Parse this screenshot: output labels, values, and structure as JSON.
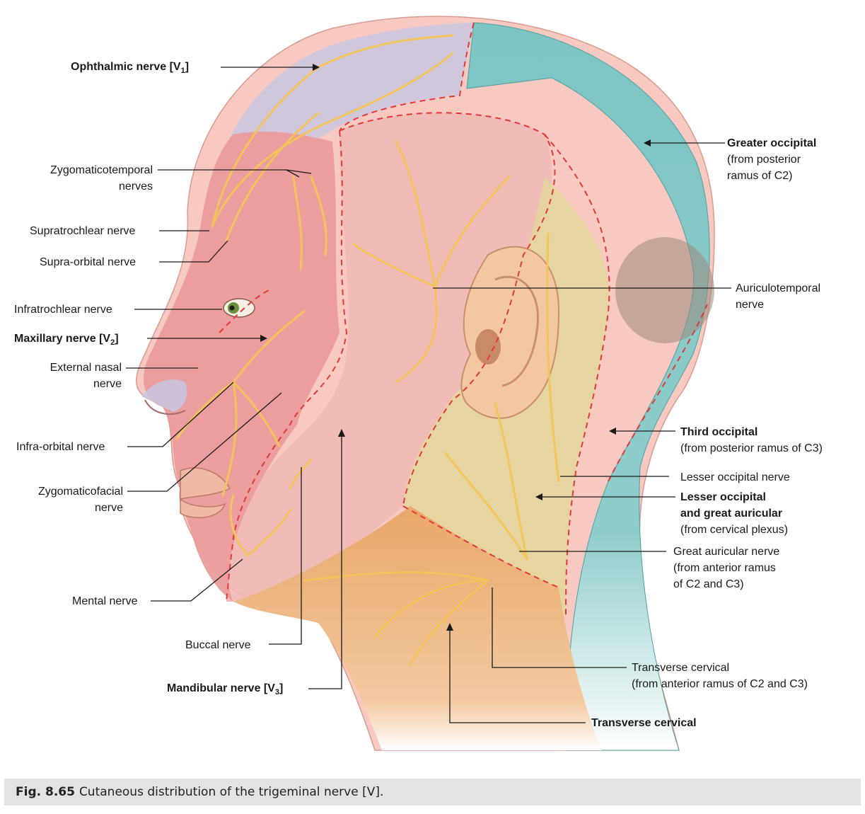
{
  "labels": {
    "ophthalmic": "Ophthalmic nerve [V",
    "ophthalmic_sub": "1",
    "ophthalmic_end": "]",
    "zygomaticotemporal_1": "Zygomaticotemporal",
    "zygomaticotemporal_2": "nerves",
    "supratrochlear": "Supratrochlear nerve",
    "supraorbital": "Supra-orbital nerve",
    "infratrochlear": "Infratrochlear nerve",
    "maxillary": "Maxillary nerve [V",
    "maxillary_sub": "2",
    "maxillary_end": "]",
    "external_nasal_1": "External nasal",
    "external_nasal_2": "nerve",
    "infraorbital": "Infra-orbital nerve",
    "zygomaticofacial_1": "Zygomaticofacial",
    "zygomaticofacial_2": "nerve",
    "mental": "Mental nerve",
    "buccal": "Buccal nerve",
    "mandibular": "Mandibular nerve [V",
    "mandibular_sub": "3",
    "mandibular_end": "]",
    "greater_occipital": "Greater occipital",
    "greater_occipital_2": "(from posterior",
    "greater_occipital_3": "ramus of C2)",
    "auriculotemporal_1": "Auriculotemporal",
    "auriculotemporal_2": "nerve",
    "third_occipital": "Third occipital",
    "third_occipital_2": "(from posterior ramus of C3)",
    "lesser_occipital_nerve": "Lesser occipital nerve",
    "lesser_great_1": "Lesser occipital",
    "lesser_great_2": "and great auricular",
    "lesser_great_3": "(from cervical plexus)",
    "great_auricular_1": "Great auricular nerve",
    "great_auricular_2": "(from anterior ramus",
    "great_auricular_3": "of C2 and C3)",
    "transverse_cervical_1": "Transverse cervical",
    "transverse_cervical_2": "(from anterior ramus of C2 and C3)",
    "transverse_cervical_bold": "Transverse cervical"
  },
  "caption": {
    "fig": "Fig. 8.65",
    "text": "Cutaneous distribution of the trigeminal nerve [V]."
  },
  "colors": {
    "v1_region": "#c9c6e0",
    "v2_region": "#f0a8a8",
    "v3_region": "#f2b5b5",
    "occipital_region": "#6dbfc0",
    "cervical_plexus_region": "#e8d69a",
    "neck_region": "#efb070",
    "nerve": "#f2c45a",
    "boundary": "#e23a3a"
  }
}
